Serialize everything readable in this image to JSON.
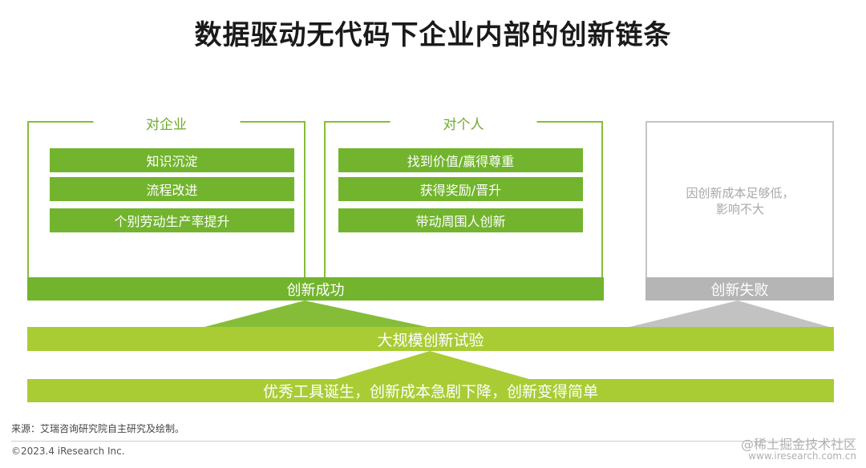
{
  "title": "数据驱动无代码下企业内部的创新链条",
  "panels": {
    "enterprise": {
      "title": "对企业",
      "items": [
        "知识沉淀",
        "流程改进",
        "个别劳动生产率提升"
      ]
    },
    "individual": {
      "title": "对个人",
      "items": [
        "找到价值/赢得尊重",
        "获得奖励/晋升",
        "带动周围人创新"
      ]
    },
    "failure_note": [
      "因创新成本足够低，",
      "影响不大"
    ]
  },
  "bars": {
    "success": "创新成功",
    "failure": "创新失败",
    "experiment": "大规模创新试验",
    "tools": "优秀工具诞生，创新成本急剧下降，创新变得简单"
  },
  "footer": {
    "source": "来源：艾瑞咨询研究院自主研究及绘制。",
    "copyright": "©2023.4 iResearch Inc.",
    "watermark": "@稀土掘金技术社区",
    "watermark_url": "www.iresearch.com.cn"
  },
  "colors": {
    "green": "#72b42d",
    "light_green": "#a9cc35",
    "gray": "#b5b5b5"
  }
}
